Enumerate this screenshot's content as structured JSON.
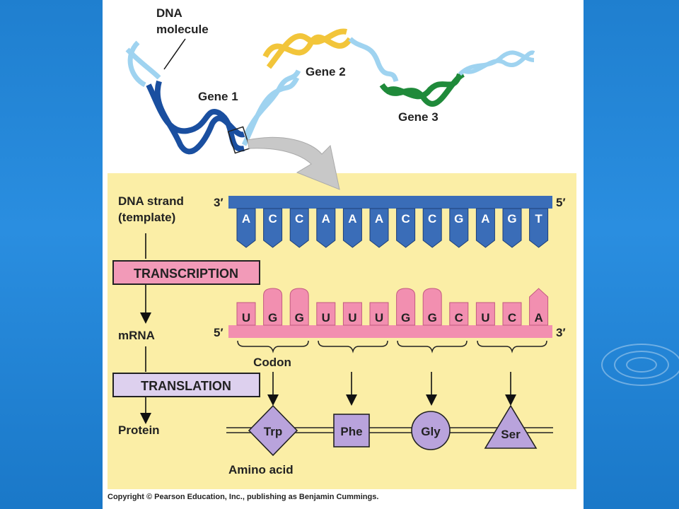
{
  "gene_map": {
    "dna_molecule_line1": "DNA",
    "dna_molecule_line2": "molecule",
    "gene1": "Gene 1",
    "gene2": "Gene 2",
    "gene3": "Gene 3"
  },
  "template": {
    "label_line1": "DNA strand",
    "label_line2": "(template)",
    "end_left": "3′",
    "end_right": "5′",
    "bases": [
      "A",
      "C",
      "C",
      "A",
      "A",
      "A",
      "C",
      "C",
      "G",
      "A",
      "G",
      "T"
    ]
  },
  "process": {
    "transcription": "TRANSCRIPTION",
    "translation": "TRANSLATION"
  },
  "mrna": {
    "label": "mRNA",
    "end_left": "5′",
    "end_right": "3′",
    "bases": [
      "U",
      "G",
      "G",
      "U",
      "U",
      "U",
      "G",
      "G",
      "C",
      "U",
      "C",
      "A"
    ],
    "codon_label": "Codon"
  },
  "protein": {
    "label": "Protein",
    "amino_acids": [
      "Trp",
      "Phe",
      "Gly",
      "Ser"
    ],
    "amino_acid_label": "Amino acid"
  },
  "colors": {
    "gene1": "#1a4fa0",
    "gene2": "#f2c53a",
    "gene3": "#1f8a3a",
    "light_strand": "#9fd3f0",
    "dna_strand": "#3a6db8",
    "mrna": "#f28fb0",
    "amino_acid": "#b9a3dc",
    "panel": "#fbeea6",
    "transcription_box": "#f29ab8",
    "translation_box": "#ddd0ee"
  },
  "copyright": "Copyright © Pearson Education, Inc., publishing as Benjamin Cummings."
}
